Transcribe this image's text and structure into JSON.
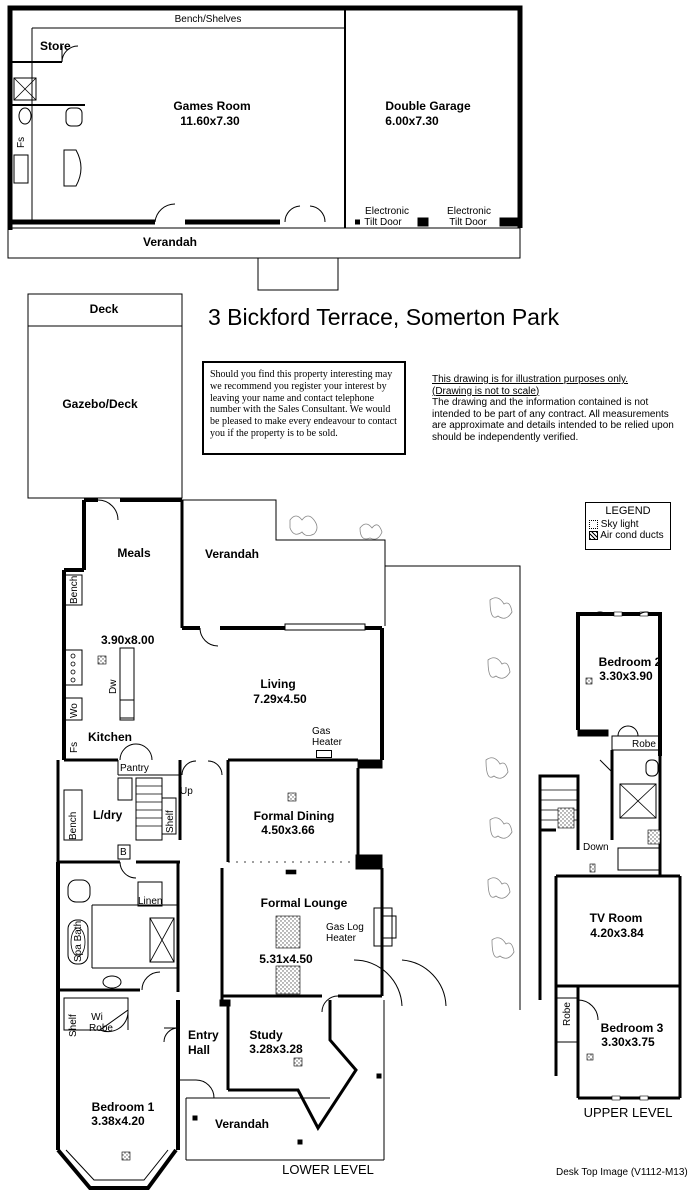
{
  "address": "3 Bickford Terrace,  Somerton Park",
  "notice": "Should you find this property interesting may we recommend you register your interest by leaving your name and contact telephone number with the Sales Consultant. We would be pleased to make every endeavour to contact you if the property is to be sold.",
  "disclaimer": {
    "line1": "This drawing is for illustration purposes only.",
    "line2": "(Drawing is not to scale)",
    "body": "The drawing and the information contained is not intended to be part of any contract.  All measurements are approximate and details intended to be relied upon should be independently verified."
  },
  "legend": {
    "title": "LEGEND",
    "items": [
      "Sky light",
      "Air cond ducts"
    ]
  },
  "outbuilding": {
    "bench_shelves": "Bench/Shelves",
    "store": "Store",
    "fs": "Fs",
    "games_room": {
      "name": "Games Room",
      "size": "11.60x7.30"
    },
    "double_garage": {
      "name": "Double Garage",
      "size": "6.00x7.30"
    },
    "tilt_door_1": {
      "line1": "Electronic",
      "line2": "Tilt Door"
    },
    "tilt_door_2": {
      "line1": "Electronic",
      "line2": "Tilt Door"
    },
    "verandah": "Verandah"
  },
  "lower": {
    "deck": "Deck",
    "gazebo": "Gazebo/Deck",
    "meals": "Meals",
    "verandah_top": "Verandah",
    "kitchen_size": "3.90x8.00",
    "kitchen": "Kitchen",
    "bench1": "Bench",
    "dw": "Dw",
    "wo": "Wo",
    "fs": "Fs",
    "living": {
      "name": "Living",
      "size": "7.29x4.50"
    },
    "gas_heater": {
      "line1": "Gas",
      "line2": "Heater"
    },
    "pantry": "Pantry",
    "up": "Up",
    "ldry": "L/dry",
    "bench2": "Bench",
    "shelf": "Shelf",
    "b": "B",
    "formal_dining": {
      "name": "Formal Dining",
      "size": "4.50x3.66"
    },
    "linen": "Linen",
    "spa_bath": "Spa Bath",
    "formal_lounge": "Formal Lounge",
    "gas_log": {
      "line1": "Gas Log",
      "line2": "Heater"
    },
    "lounge_size": "5.31x4.50",
    "wi_robe": {
      "line1": "Wi",
      "line2": "Robe"
    },
    "shelf2": "Shelf",
    "entry_hall": {
      "line1": "Entry",
      "line2": "Hall"
    },
    "study": {
      "name": "Study",
      "size": "3.28x3.28"
    },
    "bedroom1": {
      "name": "Bedroom 1",
      "size": "3.38x4.20"
    },
    "verandah_bottom": "Verandah",
    "level": "LOWER LEVEL"
  },
  "upper": {
    "bedroom2": {
      "name": "Bedroom 2",
      "size": "3.30x3.90"
    },
    "robe": "Robe",
    "down": "Down",
    "tv_room": {
      "name": "TV Room",
      "size": "4.20x3.84"
    },
    "robe2": "Robe",
    "bedroom3": {
      "name": "Bedroom 3",
      "size": "3.30x3.75"
    },
    "level": "UPPER LEVEL"
  },
  "footer": "Desk Top Image  (V1112-M13)"
}
